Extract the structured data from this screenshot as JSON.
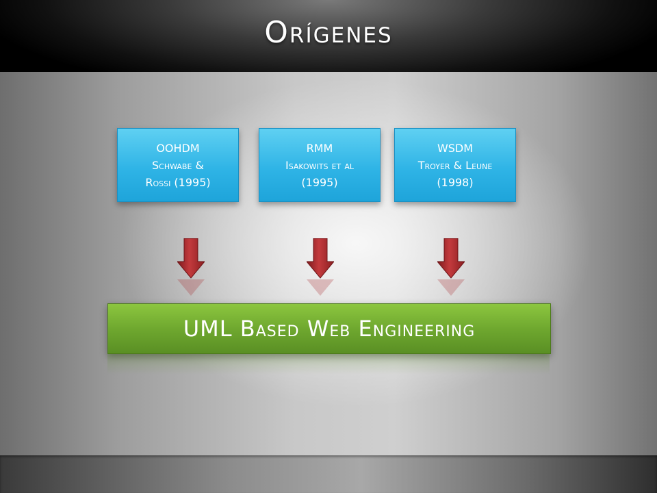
{
  "slide": {
    "title": "Orígenes"
  },
  "sources": [
    {
      "line1": "OOHDM",
      "line2": "Schwabe &",
      "line3": "Rossi (1995)"
    },
    {
      "line1": "RMM",
      "line2": "Isakowits et al",
      "line3": "(1995)"
    },
    {
      "line1": "WSDM",
      "line2": "Troyer & Leune",
      "line3": "(1998)"
    }
  ],
  "result": {
    "label": "UML Based Web Engineering"
  },
  "colors": {
    "source_box": "#2fb4e6",
    "result_box": "#6fa82f",
    "arrow": "#a8262a"
  }
}
